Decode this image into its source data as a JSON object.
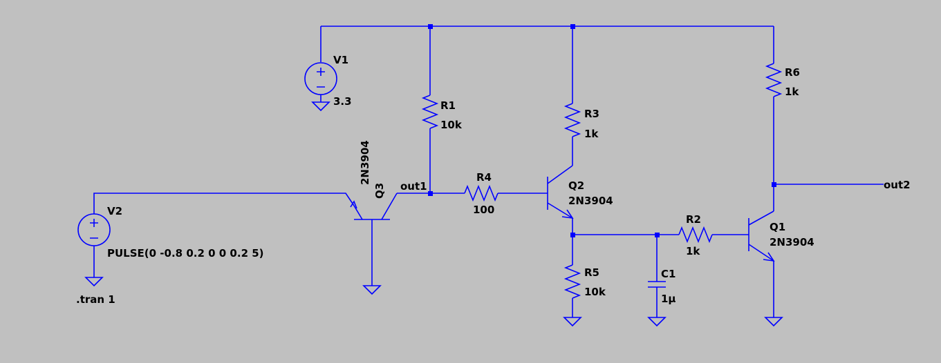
{
  "colors": {
    "background": "#c0c0c0",
    "wire": "#0000ff",
    "text": "#000000"
  },
  "components": {
    "V1": {
      "name": "V1",
      "value": "3.3"
    },
    "V2": {
      "name": "V2",
      "value": "PULSE(0 -0.8 0.2 0 0 0.2 5)"
    },
    "R1": {
      "name": "R1",
      "value": "10k"
    },
    "R2": {
      "name": "R2",
      "value": "1k"
    },
    "R3": {
      "name": "R3",
      "value": "1k"
    },
    "R4": {
      "name": "R4",
      "value": "100"
    },
    "R5": {
      "name": "R5",
      "value": "10k"
    },
    "R6": {
      "name": "R6",
      "value": "1k"
    },
    "C1": {
      "name": "C1",
      "value": "1µ"
    },
    "Q1": {
      "name": "Q1",
      "model": "2N3904"
    },
    "Q2": {
      "name": "Q2",
      "model": "2N3904"
    },
    "Q3": {
      "name": "Q3",
      "model": "2N3904"
    }
  },
  "nets": {
    "out1": "out1",
    "out2": "out2"
  },
  "directive": ".tran 1"
}
